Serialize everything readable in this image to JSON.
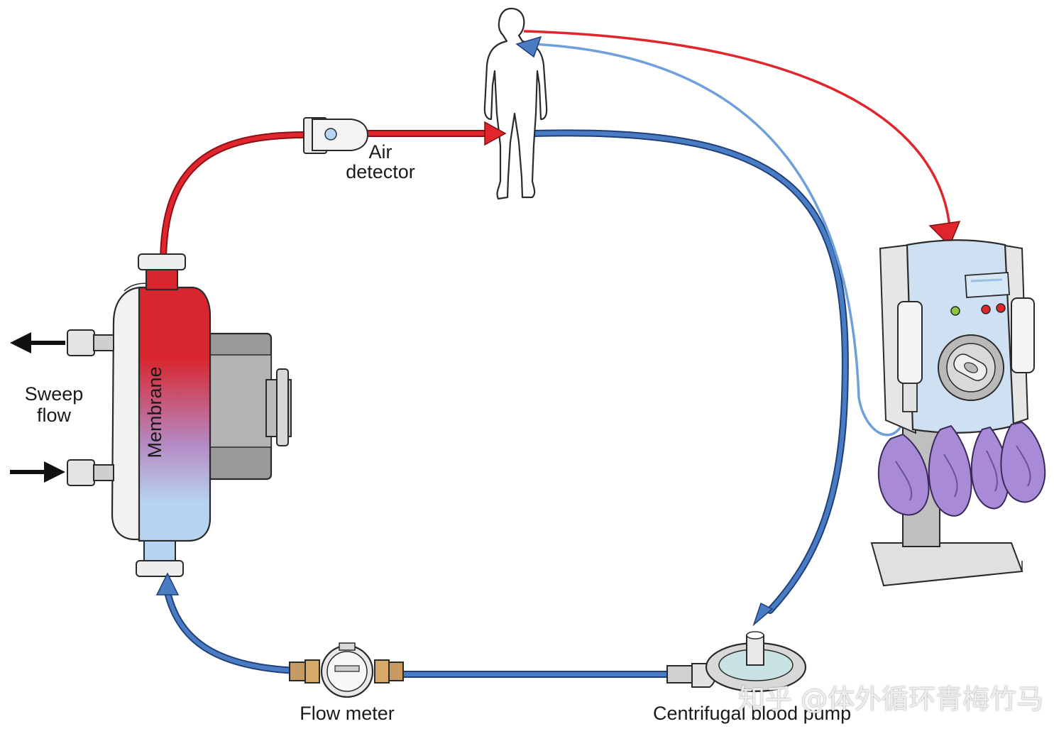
{
  "labels": {
    "air_detector": "Air detector",
    "sweep_flow": "Sweep flow",
    "membrane": "Membrane",
    "flow_meter": "Flow meter",
    "centrifugal_pump": "Centrifugal blood pump"
  },
  "watermark": "知乎 @体外循环青梅竹马",
  "colors": {
    "arterial": "#e0262c",
    "venous": "#3f6fb8",
    "venous_light": "#6fa0dc",
    "heater_body": "#cfe0f2",
    "bag": "#a98ad6"
  }
}
